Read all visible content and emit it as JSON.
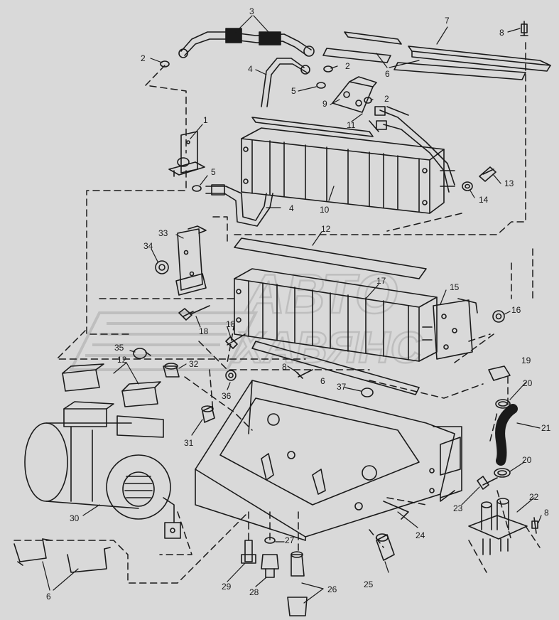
{
  "diagram": {
    "background": "#d9d9d9",
    "ink": "#1a1a1a",
    "watermark": {
      "line1": "АВТО",
      "line2": "ХАВЯНС",
      "color": "#bdbdbd"
    },
    "callouts": [
      "1",
      "2",
      "2",
      "2",
      "3",
      "4",
      "4",
      "5",
      "5",
      "6",
      "6",
      "6",
      "7",
      "8",
      "8",
      "8",
      "9",
      "10",
      "11",
      "12",
      "12",
      "13",
      "14",
      "15",
      "16",
      "17",
      "18",
      "18",
      "19",
      "20",
      "20",
      "21",
      "22",
      "23",
      "24",
      "25",
      "26",
      "27",
      "28",
      "29",
      "30",
      "31",
      "32",
      "33",
      "34",
      "35",
      "36",
      "37"
    ]
  }
}
